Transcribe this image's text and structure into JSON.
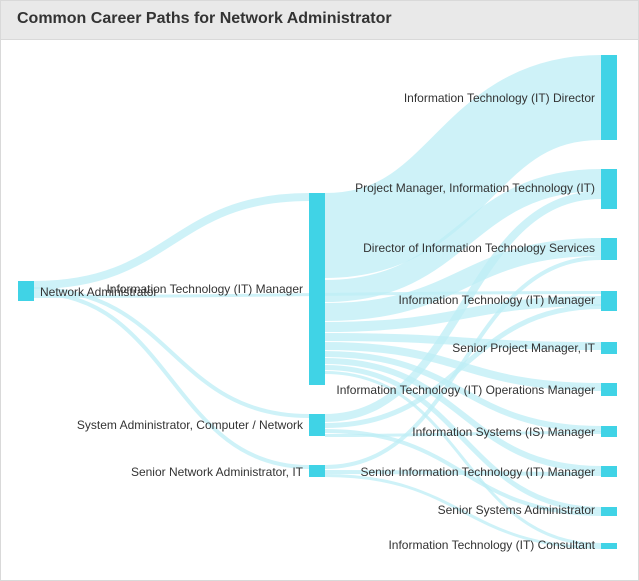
{
  "title": "Common Career Paths for Network Administrator",
  "colors": {
    "node": "#40d3e6",
    "link": "#bdeef5"
  },
  "sankey": {
    "nodes": [
      {
        "id": "na",
        "label": "Network Administrator"
      },
      {
        "id": "itm",
        "label": "Information Technology (IT) Manager"
      },
      {
        "id": "sys",
        "label": "System Administrator, Computer / Network"
      },
      {
        "id": "sna",
        "label": "Senior Network Administrator, IT"
      },
      {
        "id": "itd",
        "label": "Information Technology (IT) Director"
      },
      {
        "id": "pm",
        "label": "Project Manager, Information Technology (IT)"
      },
      {
        "id": "dits",
        "label": "Director of Information Technology Services"
      },
      {
        "id": "itm2",
        "label": "Information Technology (IT) Manager"
      },
      {
        "id": "spm",
        "label": "Senior Project Manager, IT"
      },
      {
        "id": "itom",
        "label": "Information Technology (IT) Operations Manager"
      },
      {
        "id": "ism",
        "label": "Information Systems (IS) Manager"
      },
      {
        "id": "sitm",
        "label": "Senior Information Technology (IT) Manager"
      },
      {
        "id": "ssa",
        "label": "Senior Systems Administrator"
      },
      {
        "id": "itc",
        "label": "Information Technology (IT) Consultant"
      }
    ]
  }
}
